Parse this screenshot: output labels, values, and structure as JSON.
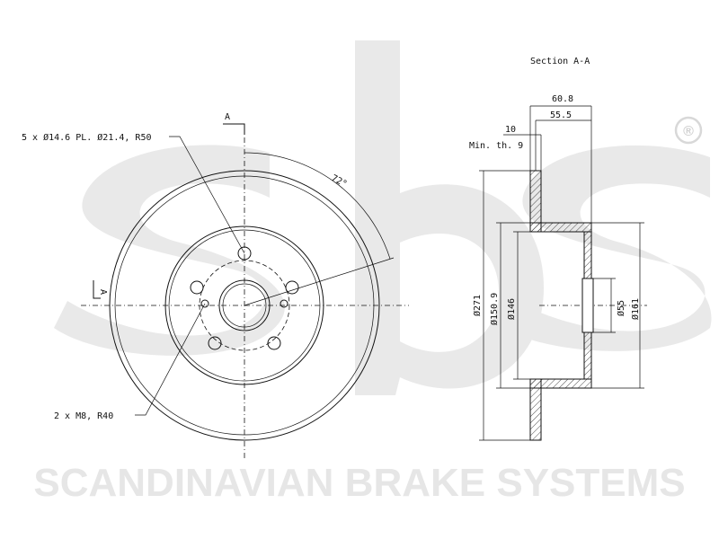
{
  "watermark": {
    "brand_text": "SCANDINAVIAN BRAKE SYSTEMS",
    "registered_mark": "®",
    "logo_letters": "sbs",
    "watermark_color": "#e6e6e6"
  },
  "front_view": {
    "hole_callout": "5 x Ø14.6 PL. Ø21.4, R50",
    "thread_callout": "2 x M8, R40",
    "angle_label": "72°",
    "section_marker_top": "A",
    "section_marker_left": "A"
  },
  "section_view": {
    "title": "Section A-A",
    "dims": {
      "total_width": "60.8",
      "hat_width": "55.5",
      "thickness": "10",
      "min_thickness": "Min. th. 9",
      "outer_diameter": "Ø271",
      "hat_outer_diameter": "Ø150.9",
      "hat_inner_diameter": "Ø146",
      "center_bore": "Ø55",
      "hub_diameter": "Ø161"
    }
  },
  "colors": {
    "line": "#111111",
    "background": "#ffffff"
  }
}
